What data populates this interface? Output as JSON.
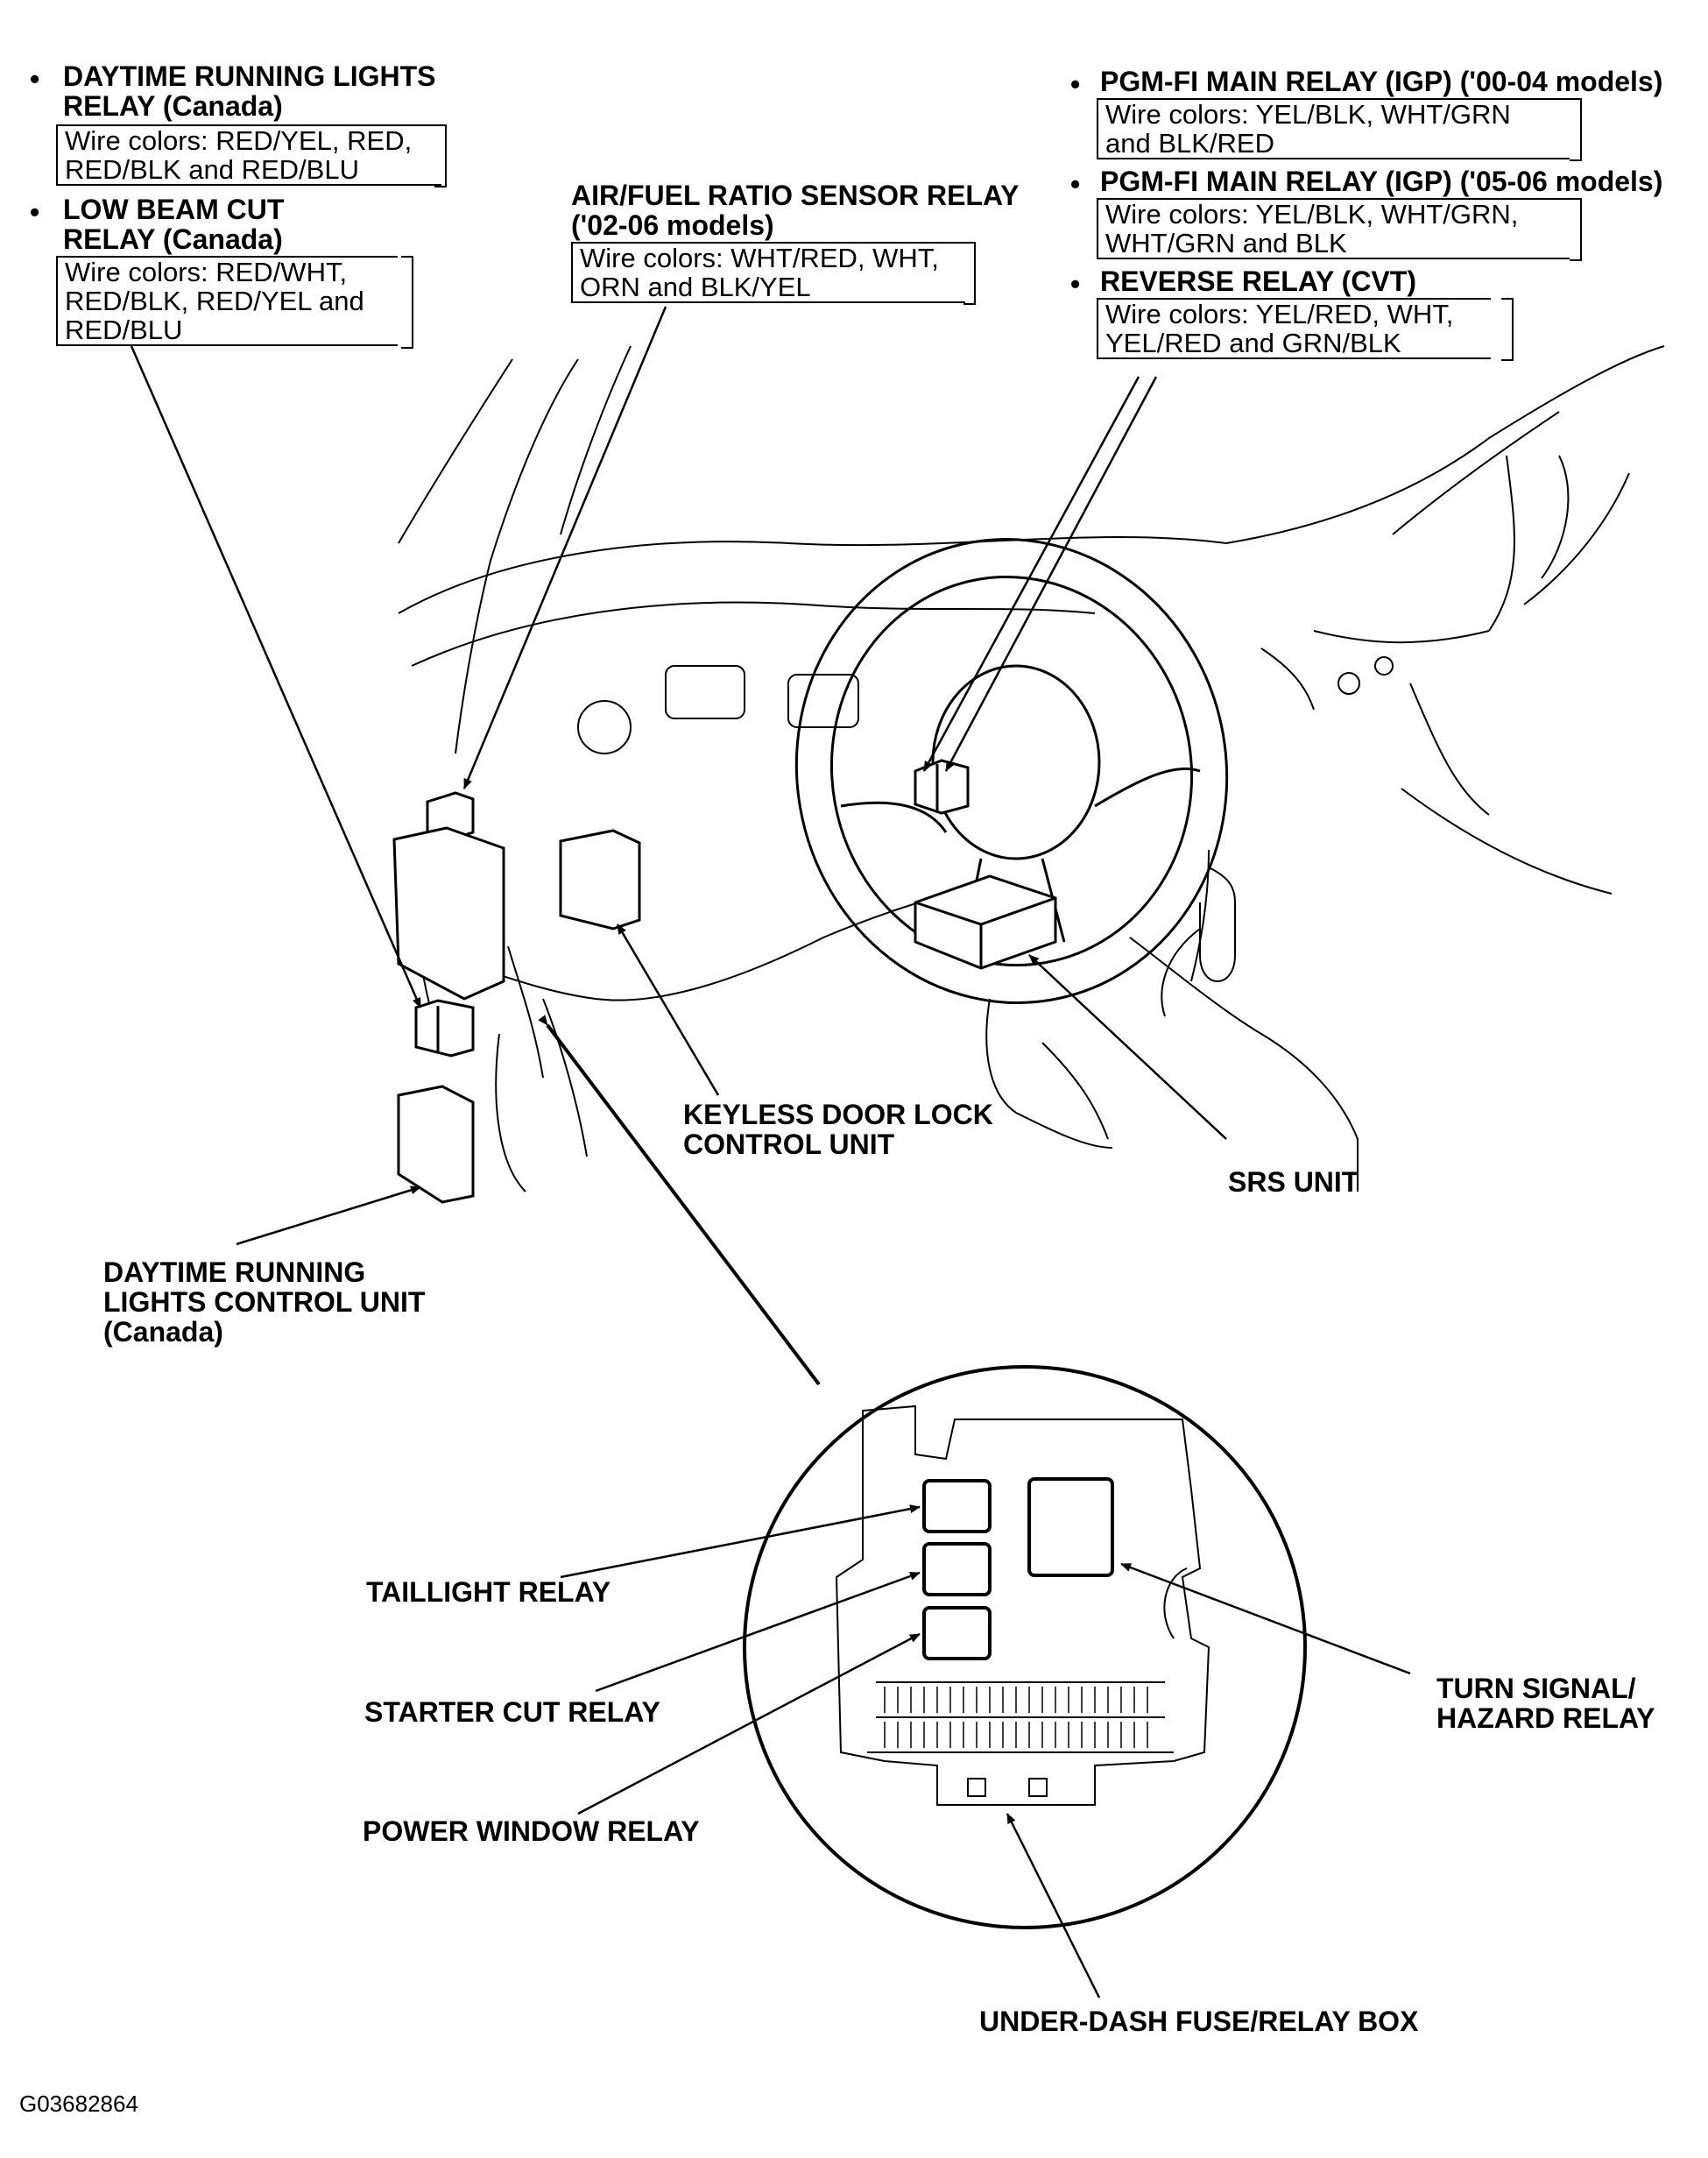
{
  "callouts": {
    "drl_relay": {
      "title": [
        "DAYTIME RUNNING LIGHTS",
        "RELAY (Canada)"
      ],
      "wires": [
        "Wire colors: RED/YEL, RED,",
        "RED/BLK and RED/BLU"
      ]
    },
    "low_beam": {
      "title": [
        "LOW BEAM CUT",
        "RELAY (Canada)"
      ],
      "wires": [
        "Wire colors: RED/WHT,",
        "RED/BLK, RED/YEL and",
        "RED/BLU"
      ]
    },
    "af_sensor": {
      "title": [
        "AIR/FUEL RATIO SENSOR RELAY",
        "('02-06 models)"
      ],
      "wires": [
        "Wire colors: WHT/RED, WHT,",
        "ORN and BLK/YEL"
      ]
    },
    "pgm_0004": {
      "title": [
        "PGM-FI MAIN RELAY (IGP) ('00-04 models)"
      ],
      "wires": [
        "Wire colors: YEL/BLK, WHT/GRN",
        "and BLK/RED"
      ]
    },
    "pgm_0506": {
      "title": [
        "PGM-FI MAIN RELAY (IGP) ('05-06 models)"
      ],
      "wires": [
        "Wire colors: YEL/BLK, WHT/GRN,",
        "WHT/GRN and BLK"
      ]
    },
    "reverse": {
      "title": [
        "REVERSE RELAY (CVT)"
      ],
      "wires": [
        "Wire colors: YEL/RED, WHT,",
        "YEL/RED and GRN/BLK"
      ]
    }
  },
  "labels": {
    "keyless": [
      "KEYLESS DOOR LOCK",
      "CONTROL UNIT"
    ],
    "srs": "SRS UNIT",
    "drl_unit": [
      "DAYTIME RUNNING",
      "LIGHTS CONTROL UNIT",
      "(Canada)"
    ],
    "taillight": "TAILLIGHT RELAY",
    "starter": "STARTER CUT RELAY",
    "power_window": "POWER WINDOW RELAY",
    "turn_signal": [
      "TURN SIGNAL/",
      "HAZARD RELAY"
    ],
    "fuse_box": "UNDER-DASH FUSE/RELAY BOX"
  },
  "bullet": "•",
  "figure_code": "G03682864"
}
